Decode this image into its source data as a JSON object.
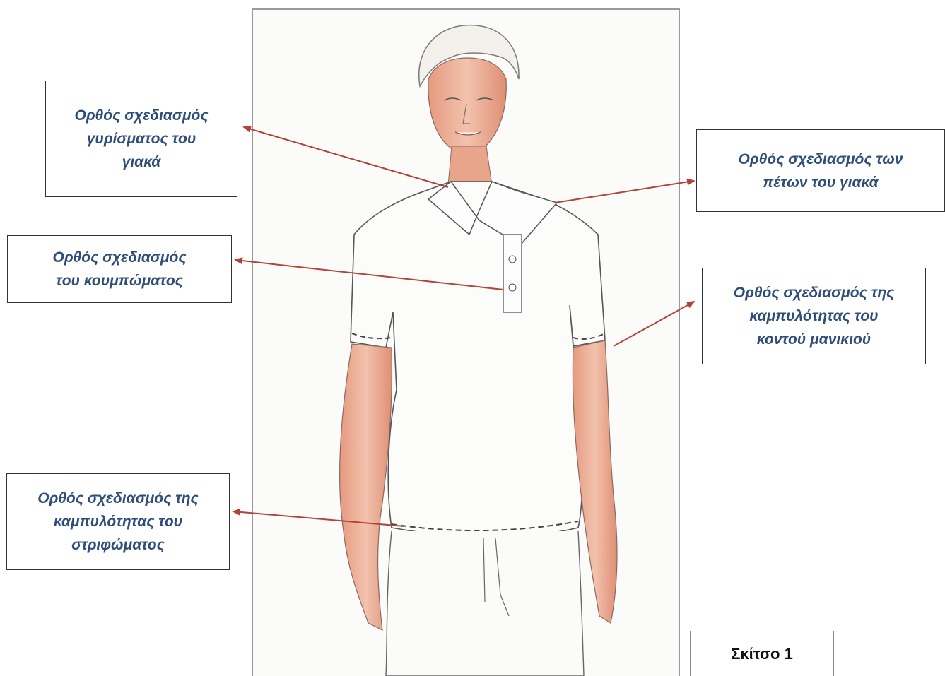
{
  "callouts": {
    "collar_turn": "Ορθός σχεδιασμός\nγυρίσματος του\nγιακά",
    "collar_points": "Ορθός σχεδιασμός των\nπέτων του γιακά",
    "buttoning": "Ορθός σχεδιασμός\nτου  κουμπώματος",
    "short_sleeve_curve": "Ορθός σχεδιασμός της\nκαμπυλότητας του\nκοντού μανικιού",
    "hem_curve": "Ορθός σχεδιασμός της\nκαμπυλότητας του\nστριφώματος"
  },
  "caption": "Σκίτσο 1",
  "colors": {
    "label_text": "#2e4d78",
    "arrow": "#b5423a",
    "skin": "#e9a58c",
    "pencil": "#6b6b6b"
  }
}
